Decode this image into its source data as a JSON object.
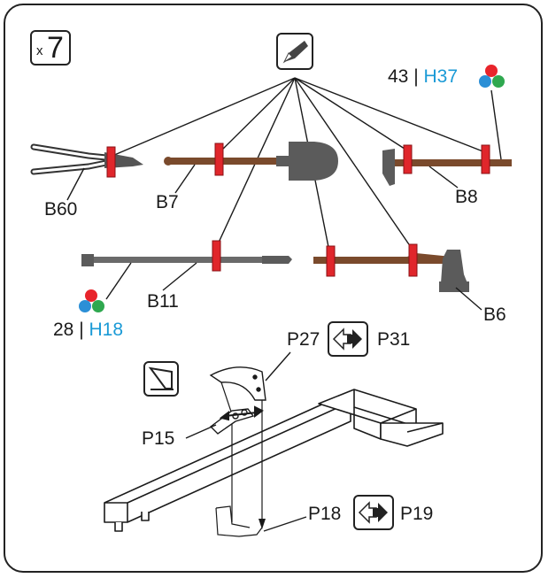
{
  "quantity": {
    "prefix": "x",
    "count": "7"
  },
  "parts": {
    "b60": "B60",
    "b7": "B7",
    "b8": "B8",
    "b11": "B11",
    "b6": "B6"
  },
  "color_callouts": [
    {
      "number": "43",
      "separator": "|",
      "code": "H37"
    },
    {
      "number": "28",
      "separator": "|",
      "code": "H18"
    }
  ],
  "assembly_labels": {
    "p27": "P27",
    "p31": "P31",
    "p15": "P15",
    "p18": "P18",
    "p19": "P19"
  },
  "colors": {
    "wood": "#7a4a2c",
    "metal": "#5b5b5b",
    "clip": "#e0262b",
    "code_text": "#1a9ad6",
    "dot_red": "#e8242b",
    "dot_green": "#2fa84f",
    "dot_blue": "#2b8fd6"
  },
  "icons": [
    "paint-icon",
    "square-tool-icon",
    "swap-arrow-icon",
    "color-dots-icon"
  ]
}
